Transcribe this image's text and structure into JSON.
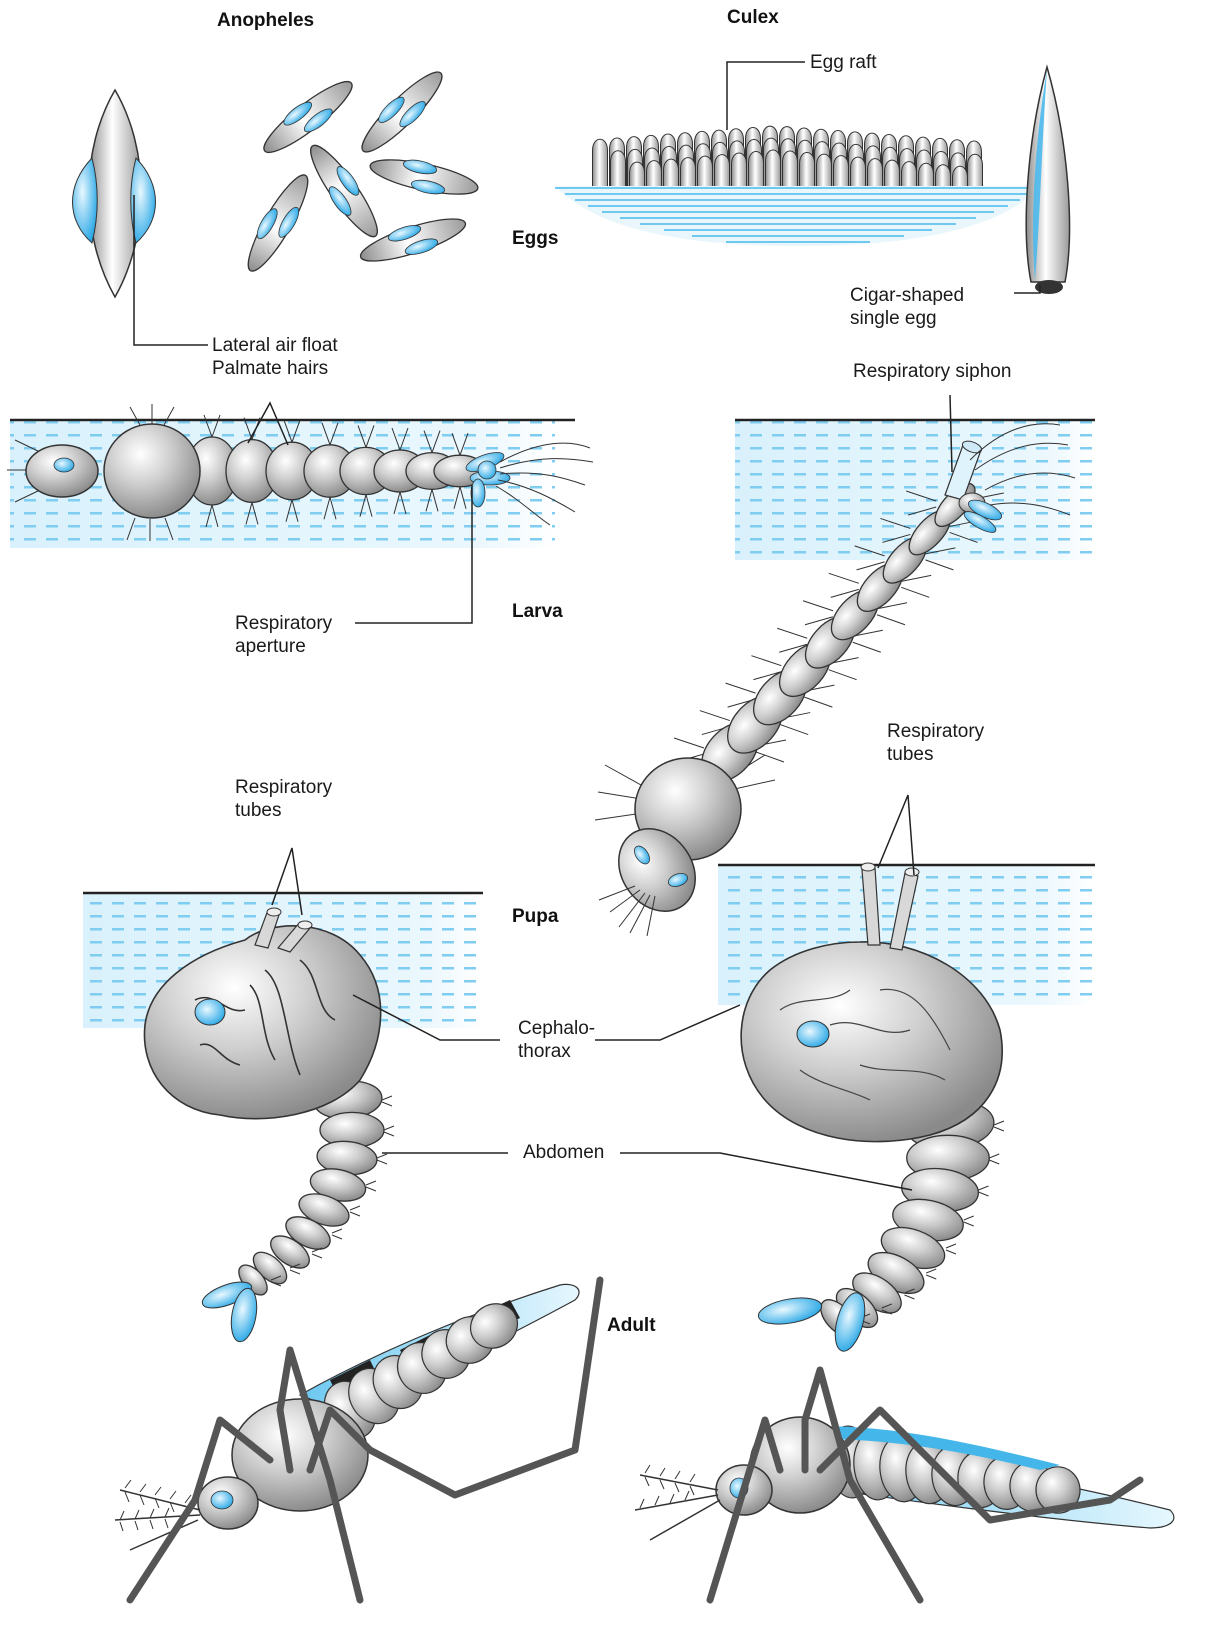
{
  "headings": {
    "anopheles": "Anopheles",
    "culex": "Culex",
    "eggs": "Eggs",
    "larva": "Larva",
    "pupa": "Pupa",
    "adult": "Adult"
  },
  "labels": {
    "egg_raft": "Egg raft",
    "cigar_line1": "Cigar-shaped",
    "cigar_line2": "single egg",
    "lateral_air_float": "Lateral air float",
    "palmate_hairs": "Palmate hairs",
    "respiratory_siphon": "Respiratory siphon",
    "respiratory_aperture_line1": "Respiratory",
    "respiratory_aperture_line2": "aperture",
    "resp_tubes_left_line1": "Respiratory",
    "resp_tubes_left_line2": "tubes",
    "resp_tubes_right_line1": "Respiratory",
    "resp_tubes_right_line2": "tubes",
    "cephalothorax_line1": "Cephalo-",
    "cephalothorax_line2": "thorax",
    "abdomen": "Abdomen"
  },
  "colors": {
    "water_blue": "#45b6ea",
    "body_gray": "#b5b5b5",
    "outline": "#333333",
    "dark_band": "#222222"
  }
}
